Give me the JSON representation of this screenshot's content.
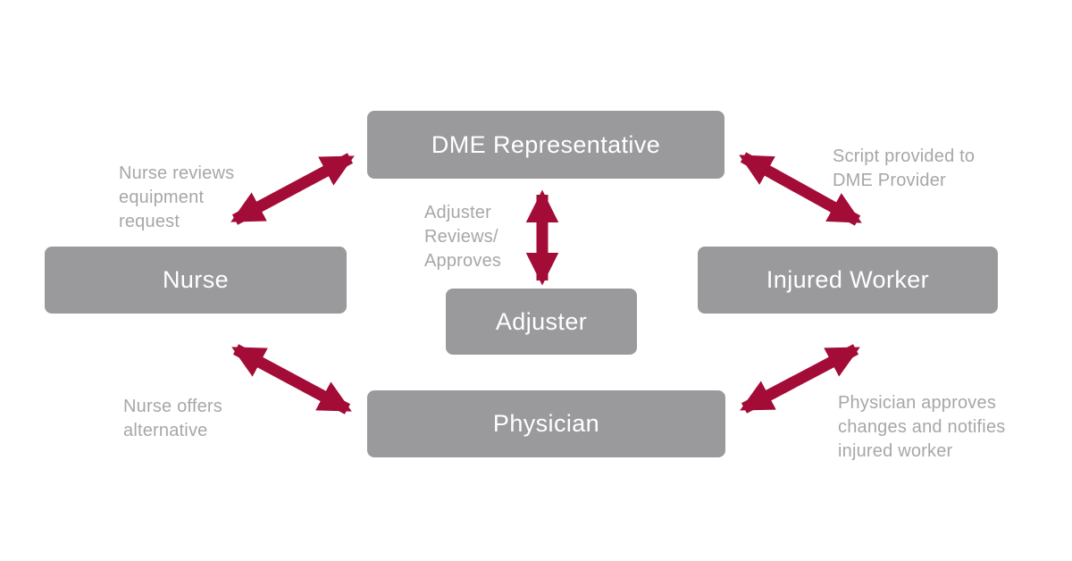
{
  "colors": {
    "background": "#FFFFFF",
    "box_fill": "#9A9A9D",
    "box_text": "#FFFFFF",
    "arrow": "#A30C37",
    "annotation_text": "#A6A7AA"
  },
  "nodes": [
    {
      "id": "dme-representative",
      "label": "DME Representative"
    },
    {
      "id": "nurse",
      "label": "Nurse"
    },
    {
      "id": "adjuster",
      "label": "Adjuster"
    },
    {
      "id": "injured-worker",
      "label": "Injured Worker"
    },
    {
      "id": "physician",
      "label": "Physician"
    }
  ],
  "annotations": [
    {
      "id": "nurse-reviews",
      "text": "Nurse reviews\nequipment\nrequest"
    },
    {
      "id": "adjuster-reviews",
      "text": "Adjuster\nReviews/\nApproves"
    },
    {
      "id": "script-provided",
      "text": "Script provided to\nDME Provider"
    },
    {
      "id": "nurse-offers",
      "text": "Nurse offers\nalternative"
    },
    {
      "id": "physician-approves",
      "text": "Physician approves\nchanges and notifies\ninjured worker"
    }
  ],
  "connections": [
    {
      "from": "Nurse",
      "to": "DME Representative",
      "label": "Nurse reviews equipment request"
    },
    {
      "from": "DME Representative",
      "to": "Adjuster",
      "label": "Adjuster Reviews/Approves"
    },
    {
      "from": "DME Representative",
      "to": "Injured Worker",
      "label": "Script provided to DME Provider"
    },
    {
      "from": "Nurse",
      "to": "Physician",
      "label": "Nurse offers alternative"
    },
    {
      "from": "Physician",
      "to": "Injured Worker",
      "label": "Physician approves changes and notifies injured worker"
    }
  ]
}
